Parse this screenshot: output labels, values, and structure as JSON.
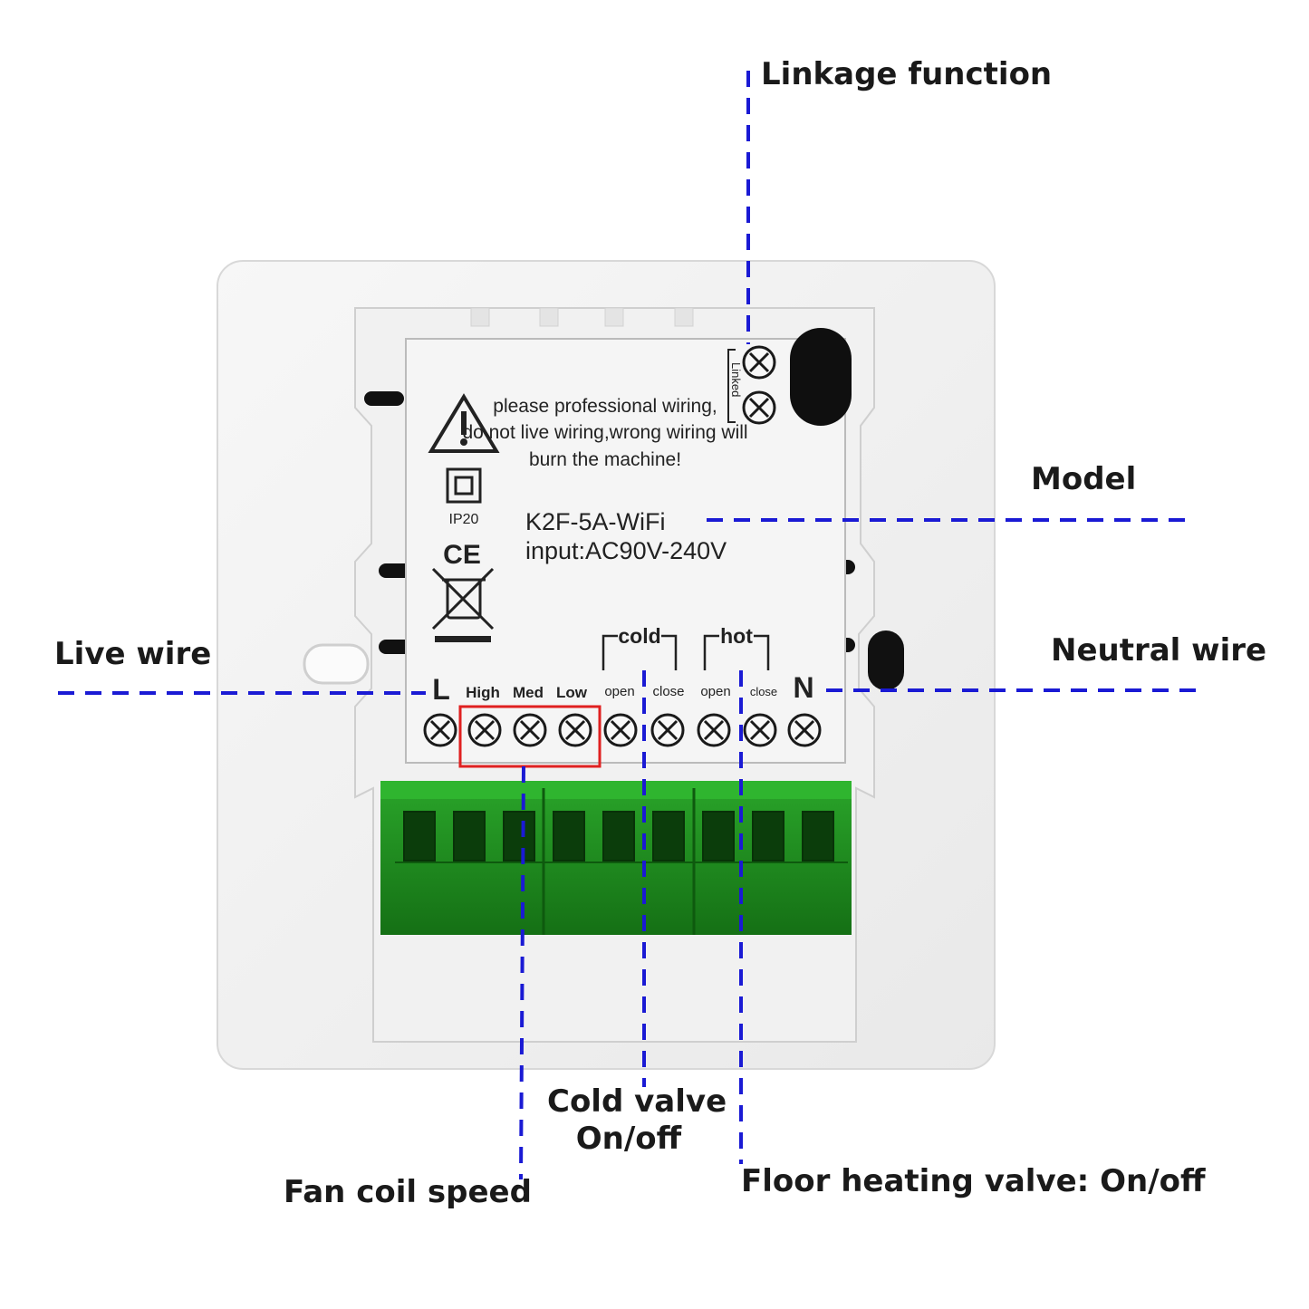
{
  "callouts": {
    "linkage": "Linkage function",
    "model": "Model",
    "live": "Live wire",
    "neutral": "Neutral wire",
    "cold_line1": "Cold valve",
    "cold_line2": "On/off",
    "fan": "Fan coil speed",
    "floor": "Floor heating valve: On/off"
  },
  "device": {
    "warning_line1": "please professional wiring,",
    "warning_line2": "do not live wiring,wrong wiring will",
    "warning_line3": "burn the machine!",
    "ip_rating": "IP20",
    "ce_mark": "CE",
    "model": "K2F-5A-WiFi",
    "input": "input:AC90V-240V",
    "linked": "Linked",
    "terminal_L": "L",
    "terminal_N": "N",
    "speed_high": "High",
    "speed_med": "Med",
    "speed_low": "Low",
    "group_cold": "cold",
    "group_hot": "hot",
    "cold_open": "open",
    "cold_close": "close",
    "hot_open": "open",
    "hot_close": "close"
  },
  "colors": {
    "leader": "#1a1ad4",
    "fan_box": "#e02020",
    "terminal_block": "#1e8a1e",
    "housing": "#f1f1f1",
    "label_panel": "#f4f4f4"
  }
}
